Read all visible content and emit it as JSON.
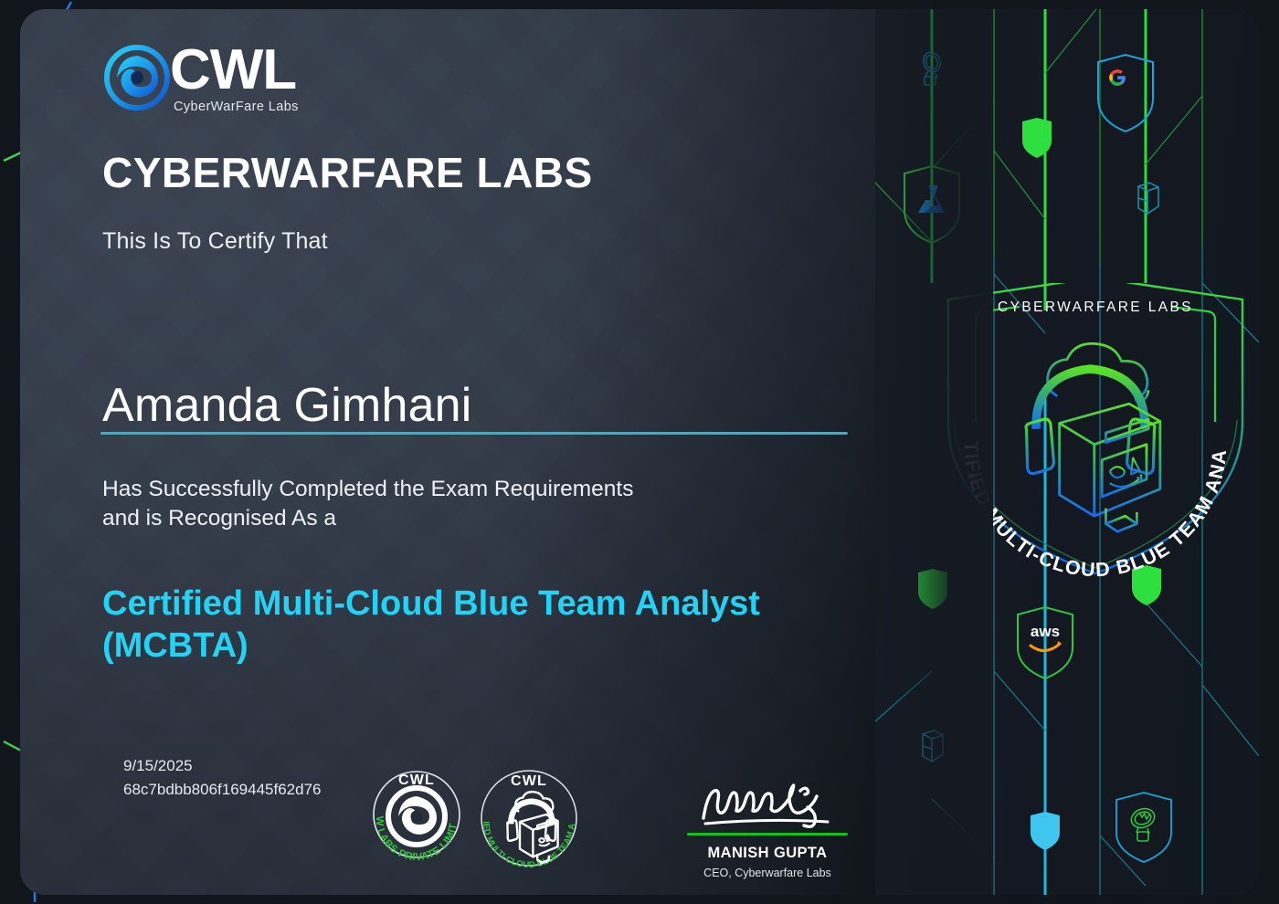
{
  "document": {
    "type": "certificate",
    "organization": "CYBERWARFARE LABS",
    "brand_logo_text": "CWL",
    "brand_logo_subtext": "CyberWarFare Labs"
  },
  "body": {
    "certify_line": "This Is To Certify That",
    "recipient_name": "Amanda Gimhani",
    "completion_line_1": "Has Successfully Completed the Exam Requirements",
    "completion_line_2": "and is Recognised As a",
    "certification_title": "Certified Multi-Cloud Blue Team Analyst (MCBTA)"
  },
  "meta": {
    "issue_date": "9/15/2025",
    "certificate_id": "68c7bdbb806f169445f62d76"
  },
  "seals": [
    {
      "name": "cw-labs-private-limited-seal",
      "top_text": "CWL",
      "arc_text": "CW LABS PRIVATE LIMITED"
    },
    {
      "name": "mcbta-seal",
      "top_text": "CWL",
      "arc_text": "CERTIFIED MULTI-CLOUD BLUE TEAM ANALYST"
    }
  ],
  "signature": {
    "script_text": "Manish",
    "name": "MANISH GUPTA",
    "role": "CEO, Cyberwarfare Labs"
  },
  "badge": {
    "top_text": "CYBERWARFARE LABS",
    "arc_text": "CERTIFIED MULTI-CLOUD BLUE TEAM ANALYST",
    "icon": "cloud-monitor-headphones-icon"
  },
  "decor": {
    "cloud_logos": [
      "google-cloud-logo",
      "microsoft-azure-logo",
      "aws-logo"
    ],
    "icons": [
      "shield-icon",
      "magnifier-icon",
      "hexagon-shield-icon"
    ]
  },
  "colors": {
    "accent_cyan": "#22d3f5",
    "rule_teal": "#2bb5d4",
    "accent_green": "#12c216",
    "panel_left": "#343c49",
    "panel_right": "#141922",
    "text_primary": "#ffffff"
  }
}
